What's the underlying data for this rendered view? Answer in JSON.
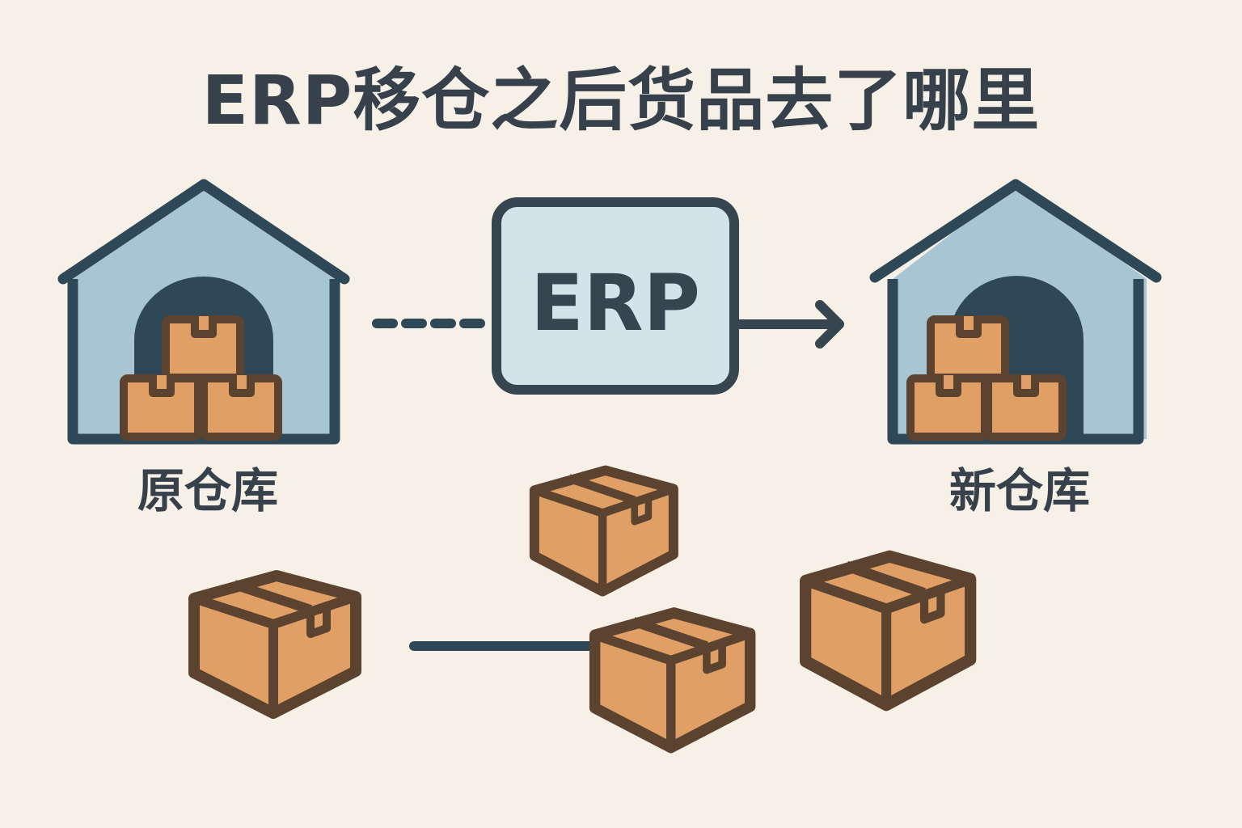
{
  "title": "ERP移仓之后货品去了哪里",
  "center_box": {
    "label": "ERP"
  },
  "warehouses": {
    "source": {
      "label": "原仓库"
    },
    "target": {
      "label": "新仓库"
    }
  },
  "colors": {
    "background": "#f6f0e6",
    "outline_dark": "#2f4858",
    "warehouse_fill": "#a7c5d2",
    "door_fill": "#2f4858",
    "erp_fill": "#d3e3ea",
    "box_fill": "#e0a065",
    "box_outline": "#5c4330",
    "text": "#36414b"
  },
  "loose_boxes_count": 4
}
